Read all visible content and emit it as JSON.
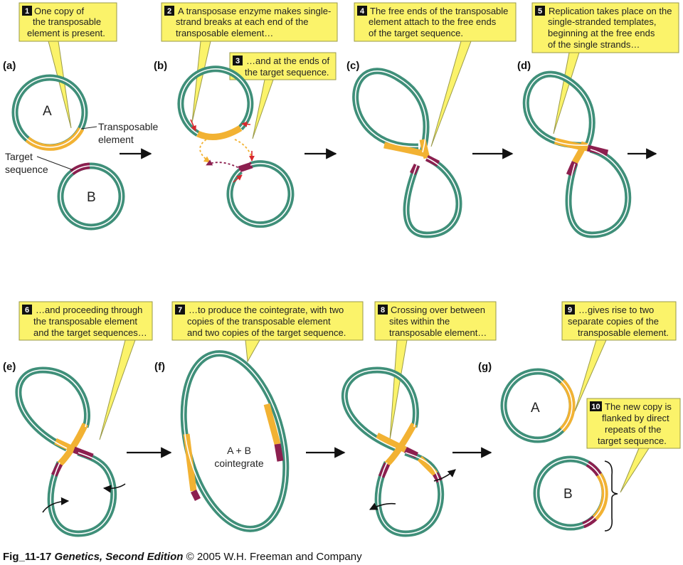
{
  "panels": [
    "(a)",
    "(b)",
    "(c)",
    "(d)",
    "(e)",
    "(f)",
    "(g)"
  ],
  "callouts": [
    {
      "num": "1",
      "lines": [
        "One copy of",
        "the transposable",
        "element is present."
      ]
    },
    {
      "num": "2",
      "lines": [
        "A transposase enzyme makes single-",
        "strand breaks at each end of the",
        "transposable element…"
      ]
    },
    {
      "num": "3",
      "lines": [
        "…and at the ends of",
        "the target sequence."
      ]
    },
    {
      "num": "4",
      "lines": [
        "The free ends of the transposable",
        "element attach to the free ends",
        "of the target sequence."
      ]
    },
    {
      "num": "5",
      "lines": [
        "Replication takes place on the",
        "single-stranded templates,",
        "beginning at the free ends",
        "of the single strands…"
      ]
    },
    {
      "num": "6",
      "lines": [
        "…and proceeding through",
        "the transposable element",
        "and the target sequences…"
      ]
    },
    {
      "num": "7",
      "lines": [
        "…to produce the cointegrate, with two",
        "copies of the transposable element",
        "and two copies of the target sequence."
      ]
    },
    {
      "num": "8",
      "lines": [
        "Crossing over between",
        "sites within the",
        "transposable element…"
      ]
    },
    {
      "num": "9",
      "lines": [
        "…gives rise to two",
        "separate copies of the",
        "transposable element."
      ]
    },
    {
      "num": "10",
      "lines": [
        "The new copy is",
        "flanked by direct",
        "repeats of the",
        "target sequence."
      ]
    }
  ],
  "labels": {
    "circle_a": "A",
    "circle_b": "B",
    "transposable_element": [
      "Transposable",
      "element"
    ],
    "target_sequence": [
      "Target",
      "sequence"
    ],
    "cointegrate": [
      "A + B",
      "cointegrate"
    ],
    "circle_a_g": "A",
    "circle_b_g": "B"
  },
  "caption": {
    "fig": "Fig_11-17",
    "book": "Genetics, Second Edition",
    "rest": "© 2005 W.H. Freeman and Company"
  },
  "colors": {
    "dna": "#3f8f79",
    "transposable_element": "#f2b233",
    "target_sequence": "#8c1f4f",
    "callout": "#fbf36a",
    "red_arrow": "#d8282e"
  }
}
